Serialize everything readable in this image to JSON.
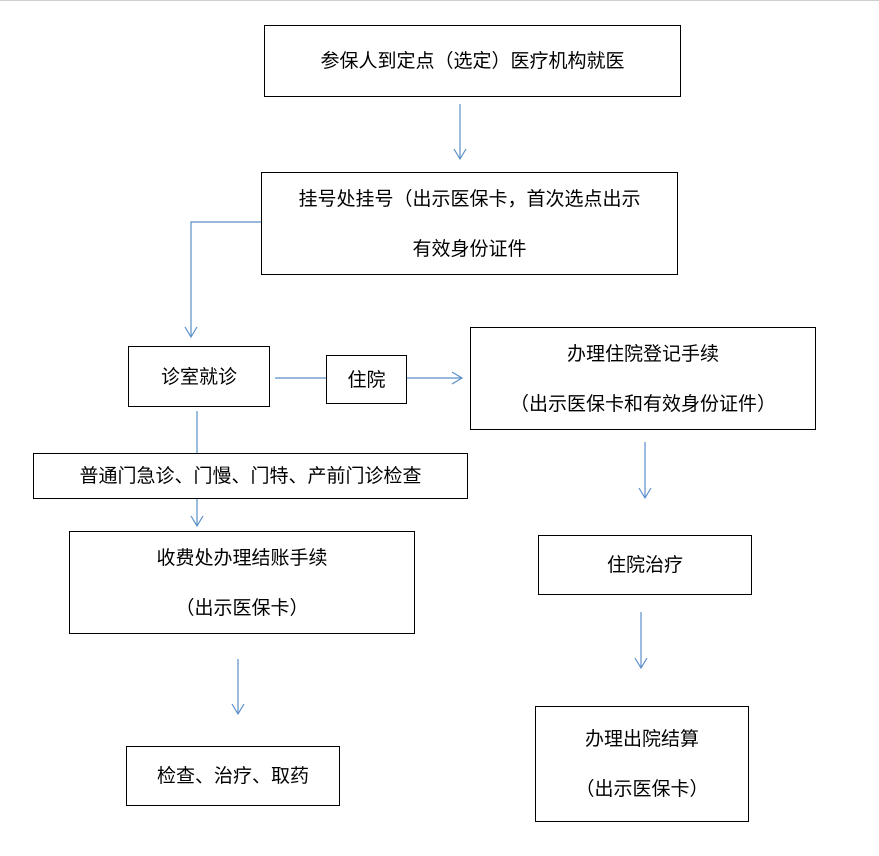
{
  "boxes": {
    "start": [
      "参保人到定点（选定）医疗机构就医"
    ],
    "register": [
      "挂号处挂号（出示医保卡，首次选点出示",
      "有效身份证件"
    ],
    "consult": [
      "诊室就诊"
    ],
    "hospitalized": [
      "住院"
    ],
    "admission": [
      "办理住院登记手续",
      "（出示医保卡和有效身份证件）"
    ],
    "outpatient_types": [
      "普通门急诊、门慢、门特、产前门诊检查"
    ],
    "checkout": [
      "收费处办理结账手续",
      "（出示医保卡）"
    ],
    "inpatient": [
      "住院治疗"
    ],
    "exam": [
      "检查、治疗、取药"
    ],
    "discharge": [
      "办理出院结算",
      "（出示医保卡）"
    ]
  },
  "colors": {
    "arrow": "#5b8fc9",
    "border": "#000000"
  }
}
